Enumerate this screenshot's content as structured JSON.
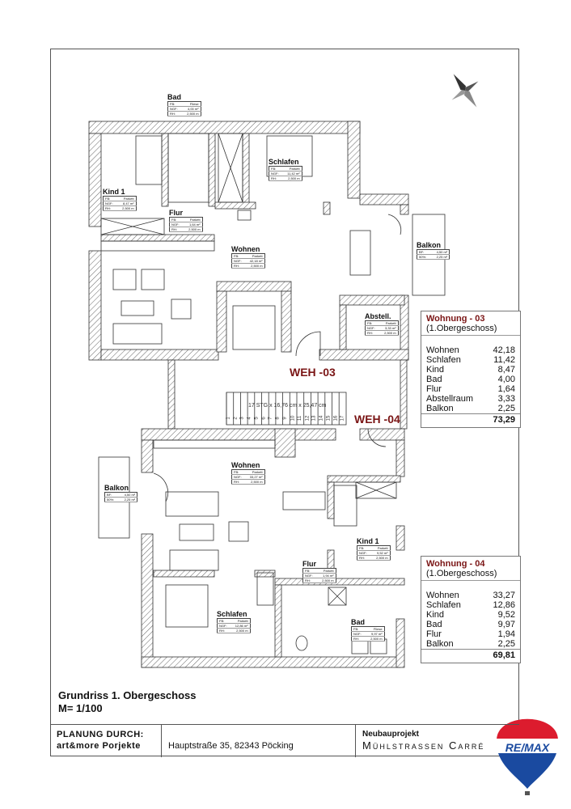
{
  "plan": {
    "title": "Grundriss 1. Obergeschoss",
    "scale": "M= 1/100",
    "colors": {
      "accent": "#7a1515",
      "wall_hatch": "#555555",
      "remax_red": "#dc1c2e",
      "remax_blue": "#1a4aa0"
    },
    "weh": [
      "WEH -03",
      "WEH -04"
    ],
    "stairs": {
      "label": "17 STG x 16,76 cm x 25,47 cm",
      "steps": [
        "1",
        "2",
        "3",
        "4",
        "5",
        "6",
        "7",
        "8",
        "9",
        "10",
        "11",
        "12",
        "13",
        "14",
        "15",
        "16",
        "17"
      ]
    }
  },
  "rooms_upper": [
    {
      "name": "Bad",
      "rows": [
        [
          "FB:",
          "Fliese"
        ],
        [
          "NGF:",
          "4,00 m²"
        ],
        [
          "RH:",
          "2,500 m"
        ]
      ]
    },
    {
      "name": "Schlafen",
      "rows": [
        [
          "FB:",
          "Parkett"
        ],
        [
          "NGF:",
          "11,42 m²"
        ],
        [
          "RH:",
          "2,500 m"
        ]
      ]
    },
    {
      "name": "Kind 1",
      "rows": [
        [
          "FB:",
          "Parkett"
        ],
        [
          "NGF:",
          "8,47 m²"
        ],
        [
          "RH:",
          "2,500 m"
        ]
      ]
    },
    {
      "name": "Flur",
      "rows": [
        [
          "FB:",
          "Parkett"
        ],
        [
          "NGF:",
          "1,64 m²"
        ],
        [
          "RH:",
          "2,500 m"
        ]
      ]
    },
    {
      "name": "Wohnen",
      "rows": [
        [
          "FB:",
          "Parkett"
        ],
        [
          "NGF:",
          "42,18 m²"
        ],
        [
          "RH:",
          "2,500 m"
        ]
      ]
    },
    {
      "name": "Abstell.",
      "rows": [
        [
          "FB:",
          "Parkett"
        ],
        [
          "NGF:",
          "3,33 m²"
        ],
        [
          "RH:",
          "2,500 m"
        ]
      ]
    },
    {
      "name": "Balkon",
      "rows": [
        [
          "BF:",
          "4,50 m²"
        ],
        [
          "50%:",
          "2,25 m²"
        ]
      ]
    }
  ],
  "rooms_lower": [
    {
      "name": "Wohnen",
      "rows": [
        [
          "FB:",
          "Parkett"
        ],
        [
          "NGF:",
          "33,27 m²"
        ],
        [
          "RH:",
          "2,500 m"
        ]
      ]
    },
    {
      "name": "Balkon",
      "rows": [
        [
          "BF:",
          "4,50 m²"
        ],
        [
          "50%:",
          "2,25 m²"
        ]
      ]
    },
    {
      "name": "Kind 1",
      "rows": [
        [
          "FB:",
          "Parkett"
        ],
        [
          "NGF:",
          "9,52 m²"
        ],
        [
          "RH:",
          "2,500 m"
        ]
      ]
    },
    {
      "name": "Flur",
      "rows": [
        [
          "FB:",
          "Parkett"
        ],
        [
          "NGF:",
          "1,94 m²"
        ],
        [
          "RH:",
          "2,500 m"
        ]
      ]
    },
    {
      "name": "Schlafen",
      "rows": [
        [
          "FB:",
          "Parkett"
        ],
        [
          "NGF:",
          "12,86 m²"
        ],
        [
          "RH:",
          "2,500 m"
        ]
      ]
    },
    {
      "name": "Bad",
      "rows": [
        [
          "FB:",
          "Fliese"
        ],
        [
          "NGF:",
          "9,97 m²"
        ],
        [
          "RH:",
          "2,500 m"
        ]
      ]
    }
  ],
  "areas": [
    {
      "title": "Wohnung - 03",
      "subtitle": "(1.Obergeschoss)",
      "rows": [
        [
          "Wohnen",
          "42,18"
        ],
        [
          "Schlafen",
          "11,42"
        ],
        [
          "Kind",
          "8,47"
        ],
        [
          "Bad",
          "4,00"
        ],
        [
          "Flur",
          "1,64"
        ],
        [
          "Abstellraum",
          "3,33"
        ],
        [
          "Balkon",
          "2,25"
        ]
      ],
      "total": "73,29"
    },
    {
      "title": "Wohnung - 04",
      "subtitle": "(1.Obergeschoss)",
      "rows": [
        [
          "Wohnen",
          "33,27"
        ],
        [
          "Schlafen",
          "12,86"
        ],
        [
          "Kind",
          "9,52"
        ],
        [
          "Bad",
          "9,97"
        ],
        [
          "Flur",
          "1,94"
        ],
        [
          "Balkon",
          "2,25"
        ]
      ],
      "total": "69,81"
    }
  ],
  "title_block": {
    "planning_label": "PLANUNG DURCH:",
    "planner": "art&more Porjekte",
    "address": "Hauptstraße 35, 82343 Pöcking",
    "project_label": "Neubauprojekt",
    "project_name": "Mühlstrassen Carré"
  },
  "logo": {
    "text": "RE/MAX"
  }
}
